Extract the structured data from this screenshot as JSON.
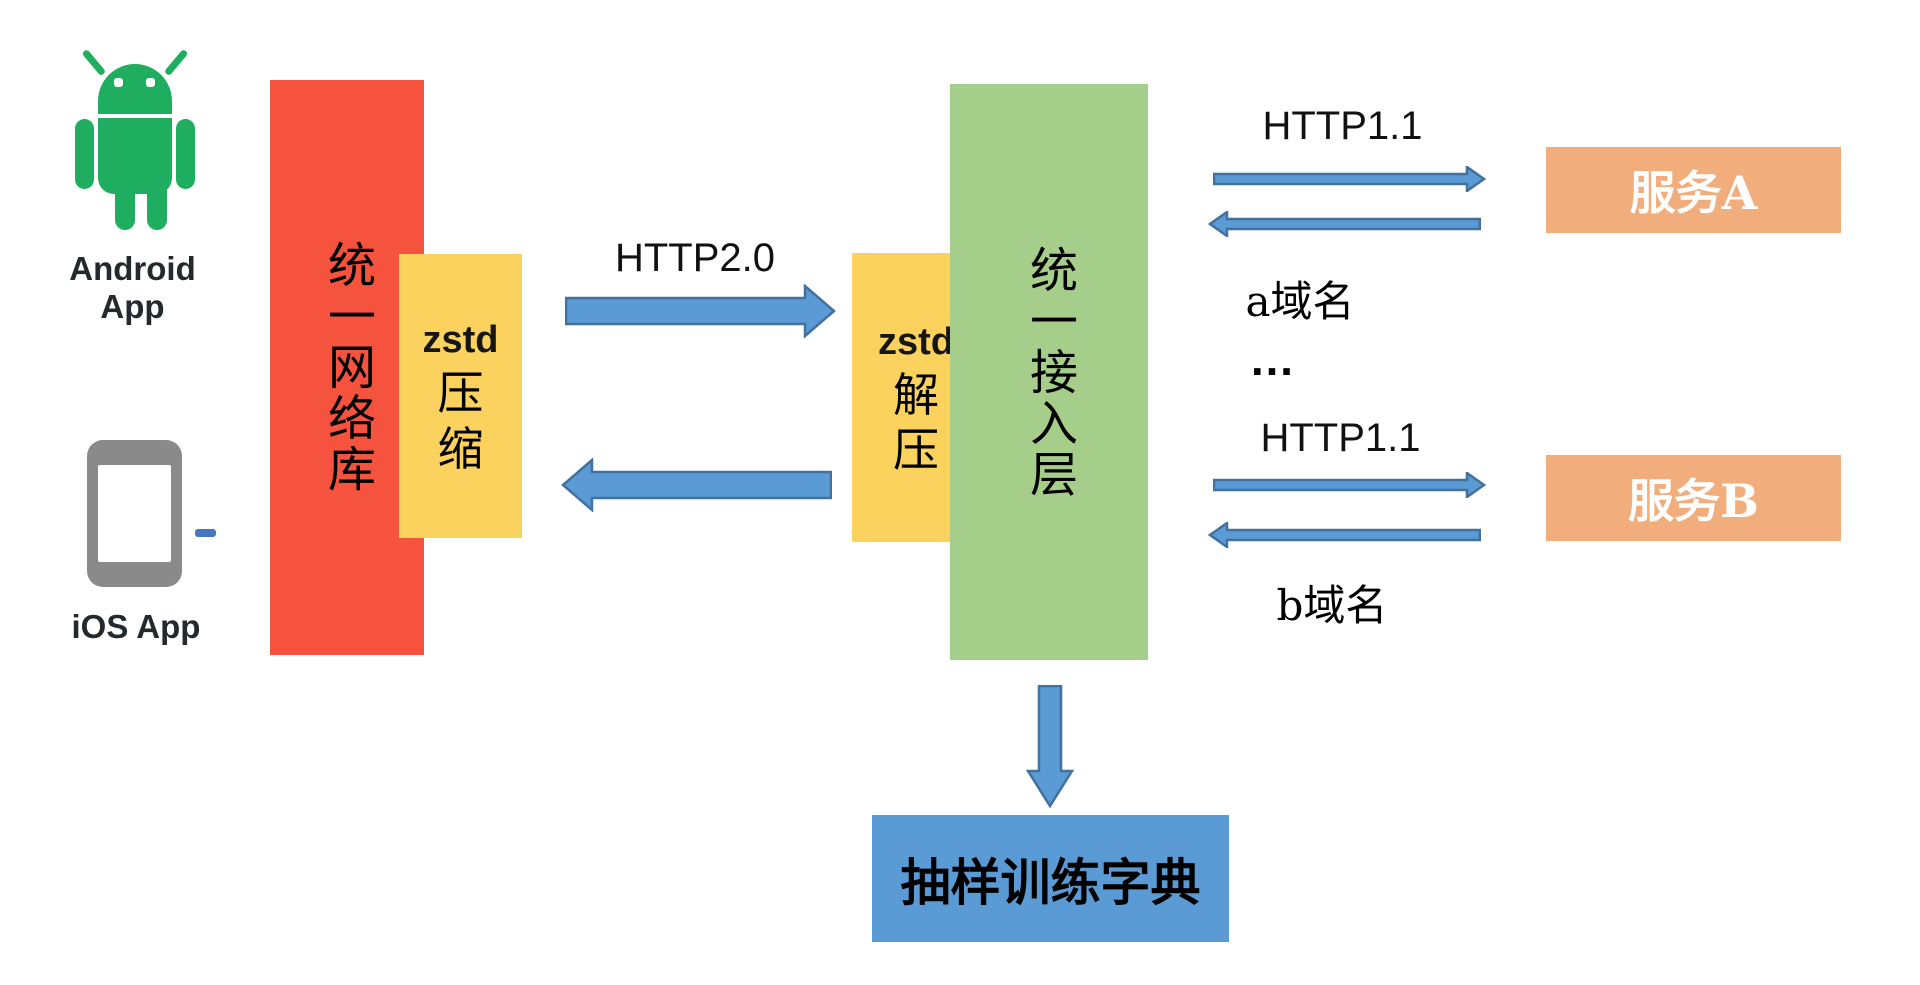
{
  "clients": {
    "android_label": "Android App",
    "ios_label": "iOS App"
  },
  "network_lib": {
    "title": "统一网络库",
    "compressor": {
      "name": "zstd",
      "action_char1": "压",
      "action_char2": "缩"
    }
  },
  "link": {
    "protocol": "HTTP2.0"
  },
  "access_layer": {
    "title": "统一接入层",
    "decompressor": {
      "name": "zstd",
      "action_char1": "解",
      "action_char2": "压"
    }
  },
  "services": {
    "a": {
      "protocol": "HTTP1.1",
      "name": "服务A",
      "domain": "a域名"
    },
    "ellipsis": "…",
    "b": {
      "protocol": "HTTP1.1",
      "name": "服务B",
      "domain": "b域名"
    }
  },
  "dictionary": {
    "label": "抽样训练字典"
  },
  "colors": {
    "red": "#F5533D",
    "yellow": "#FBD25D",
    "green": "#A6CE8B",
    "orange": "#F2AD7C",
    "blue": "#5B9BD5",
    "arrow_fill": "#5B9BD5",
    "arrow_stroke": "#41719C",
    "android_green": "#1FAD5F",
    "ios_gray": "#8A8A8A"
  }
}
